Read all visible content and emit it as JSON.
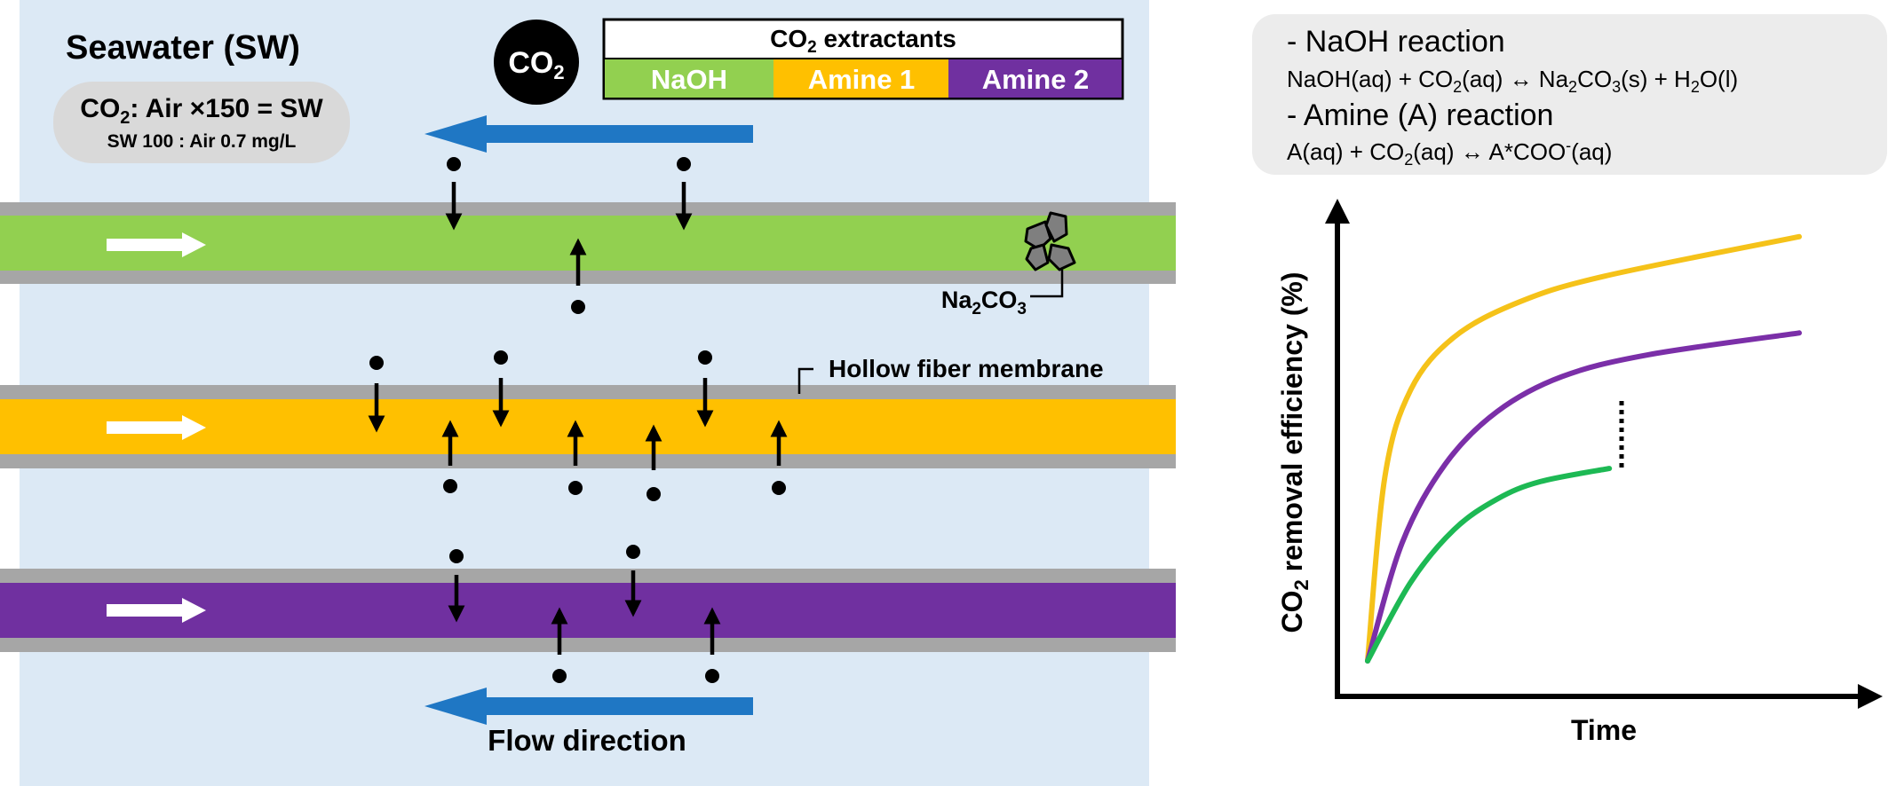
{
  "colors": {
    "seawater_bg": "#dce9f5",
    "membrane_gray": "#a6a6a6",
    "naoh": "#92d050",
    "amine1": "#ffc000",
    "amine2": "#7030a0",
    "flow_arrow": "#1f77c4",
    "reaction_box": "#ececec",
    "curve_amine1": "#f5c219",
    "curve_amine2": "#7b2fa8",
    "curve_naoh": "#1db954"
  },
  "seawater": {
    "title": "Seawater (SW)",
    "ratio_prefix": "CO",
    "ratio_sub": "2",
    "ratio_suffix": ": Air ×150 = SW",
    "ratio_detail": "SW 100 : Air 0.7 mg/L"
  },
  "co2_badge": {
    "main": "CO",
    "sub": "2"
  },
  "legend": {
    "title_main": "CO",
    "title_sub": "2",
    "title_rest": " extractants",
    "items": [
      {
        "label": "NaOH",
        "color": "#92d050"
      },
      {
        "label": "Amine 1",
        "color": "#ffc000"
      },
      {
        "label": "Amine 2",
        "color": "#7030a0"
      }
    ]
  },
  "labels": {
    "na2co3": [
      "Na",
      "2",
      "CO",
      "3"
    ],
    "hollow_fiber": "Hollow fiber membrane",
    "flow_direction": "Flow direction"
  },
  "reactions": {
    "naoh_heading": "- NaOH reaction",
    "naoh_equation": [
      "NaOH(aq) + CO",
      "2",
      "(aq) ↔ Na",
      "2",
      "CO",
      "3",
      "(s) + H",
      "2",
      "O(l)"
    ],
    "amine_heading": "- Amine (A) reaction",
    "amine_equation": [
      "A(aq) + CO",
      "2",
      "(aq) ↔ A*COO",
      "-",
      "(aq)"
    ]
  },
  "chart_data": {
    "type": "line",
    "xlabel": "Time",
    "ylabel": [
      "CO",
      "2",
      " removal efficiency (%)"
    ],
    "series": [
      {
        "key": "amine1",
        "color": "#f5c219",
        "values": [
          [
            0,
            0
          ],
          [
            0.04,
            0.42
          ],
          [
            0.1,
            0.62
          ],
          [
            0.2,
            0.74
          ],
          [
            0.35,
            0.82
          ],
          [
            0.55,
            0.88
          ],
          [
            1.0,
            0.97
          ]
        ]
      },
      {
        "key": "amine2",
        "color": "#7b2fa8",
        "values": [
          [
            0,
            0
          ],
          [
            0.08,
            0.27
          ],
          [
            0.18,
            0.45
          ],
          [
            0.3,
            0.57
          ],
          [
            0.45,
            0.65
          ],
          [
            0.65,
            0.7
          ],
          [
            1.0,
            0.75
          ]
        ]
      },
      {
        "key": "naoh",
        "color": "#1db954",
        "values": [
          [
            0,
            0
          ],
          [
            0.1,
            0.18
          ],
          [
            0.2,
            0.3
          ],
          [
            0.3,
            0.37
          ],
          [
            0.4,
            0.41
          ],
          [
            0.56,
            0.44
          ]
        ]
      }
    ]
  }
}
